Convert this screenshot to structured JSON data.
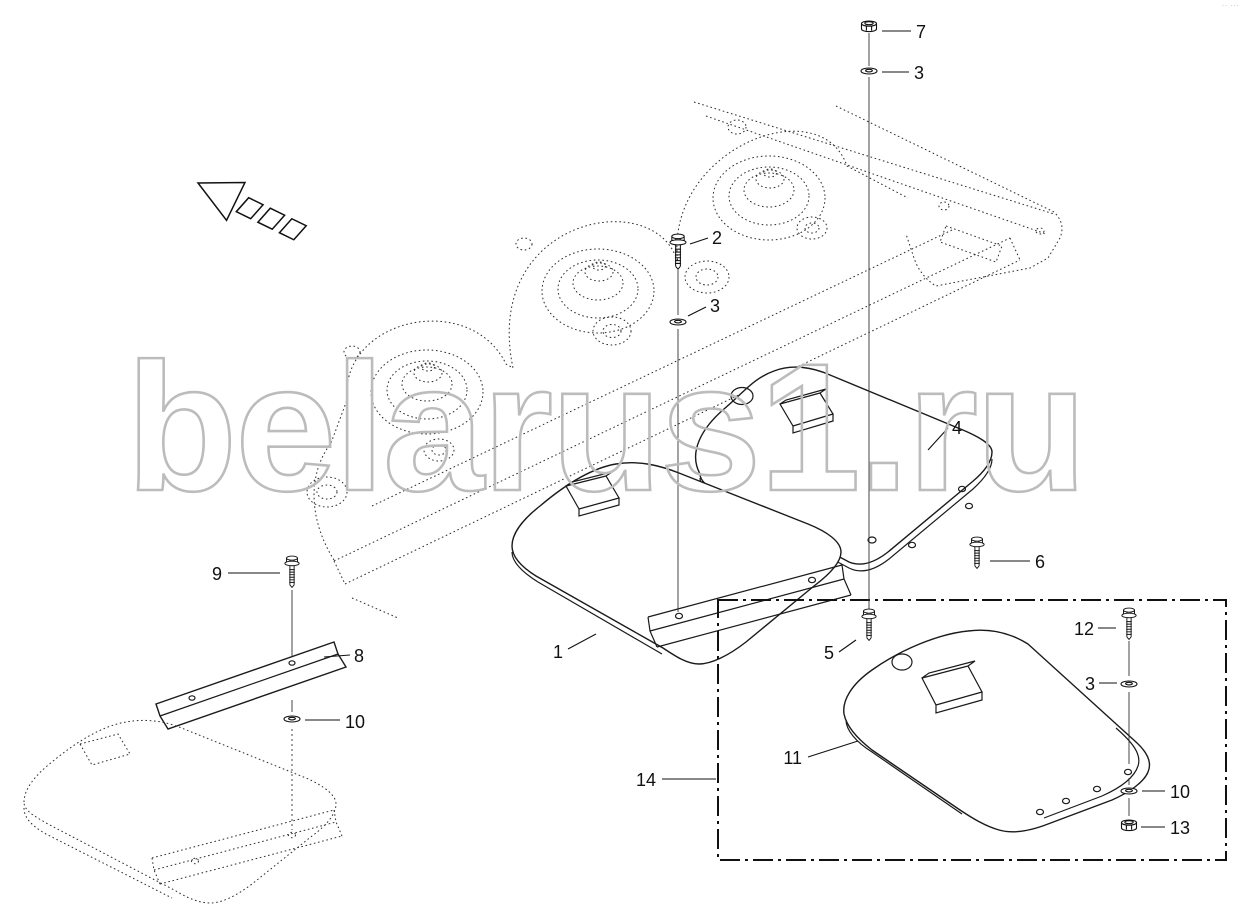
{
  "watermark": {
    "text": "belarus1.ru",
    "stroke_color": "#bcbcbc"
  },
  "corner_mark": "·· ···",
  "callouts": {
    "c7": "7",
    "c3_top": "3",
    "c2": "2",
    "c3_mid": "3",
    "c4": "4",
    "c6": "6",
    "c5": "5",
    "c1": "1",
    "c9": "9",
    "c8": "8",
    "c10_left": "10",
    "c12": "12",
    "c3_box": "3",
    "c11": "11",
    "c14": "14",
    "c10_box": "10",
    "c13": "13"
  },
  "diagram": {
    "line_color": "#1a1a1a",
    "parts_present": [
      "1",
      "2",
      "3",
      "4",
      "5",
      "6",
      "7",
      "8",
      "9",
      "10",
      "11",
      "12",
      "13",
      "14"
    ]
  }
}
